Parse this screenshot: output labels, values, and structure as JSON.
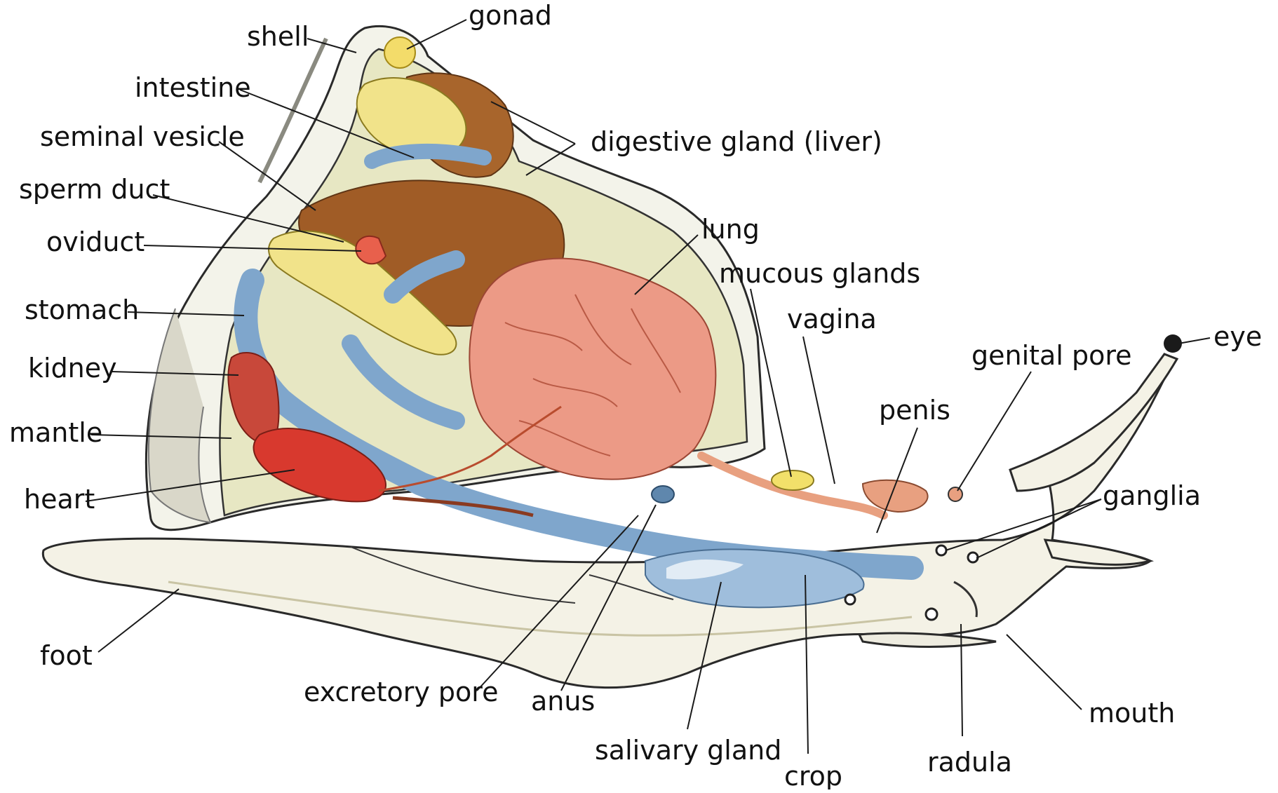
{
  "labels": {
    "shell": "shell",
    "gonad": "gonad",
    "intestine": "intestine",
    "digestive_gland": "digestive gland (liver)",
    "seminal_vesicle": "seminal vesicle",
    "sperm_duct": "sperm duct",
    "oviduct": "oviduct",
    "stomach": "stomach",
    "kidney": "kidney",
    "mantle": "mantle",
    "heart": "heart",
    "foot": "foot",
    "lung": "lung",
    "mucous_glands": "mucous glands",
    "vagina": "vagina",
    "genital_pore": "genital pore",
    "penis": "penis",
    "eye": "eye",
    "ganglia": "ganglia",
    "mouth": "mouth",
    "radula": "radula",
    "crop": "crop",
    "salivary_gland": "salivary gland",
    "anus": "anus",
    "excretory_pore": "excretory pore"
  },
  "colors": {
    "body": "#f4f2e6",
    "shell_cavity": "#e8e8c4",
    "digestive_gland": "#a8652c",
    "intestine": "#f1e38a",
    "lung": "#ec9a86",
    "blue_tubes": "#7fa6cc",
    "heart": "#d8392e",
    "kidney": "#c8483a",
    "gonad": "#f3dc6a",
    "reproductive": "#e8a080"
  }
}
